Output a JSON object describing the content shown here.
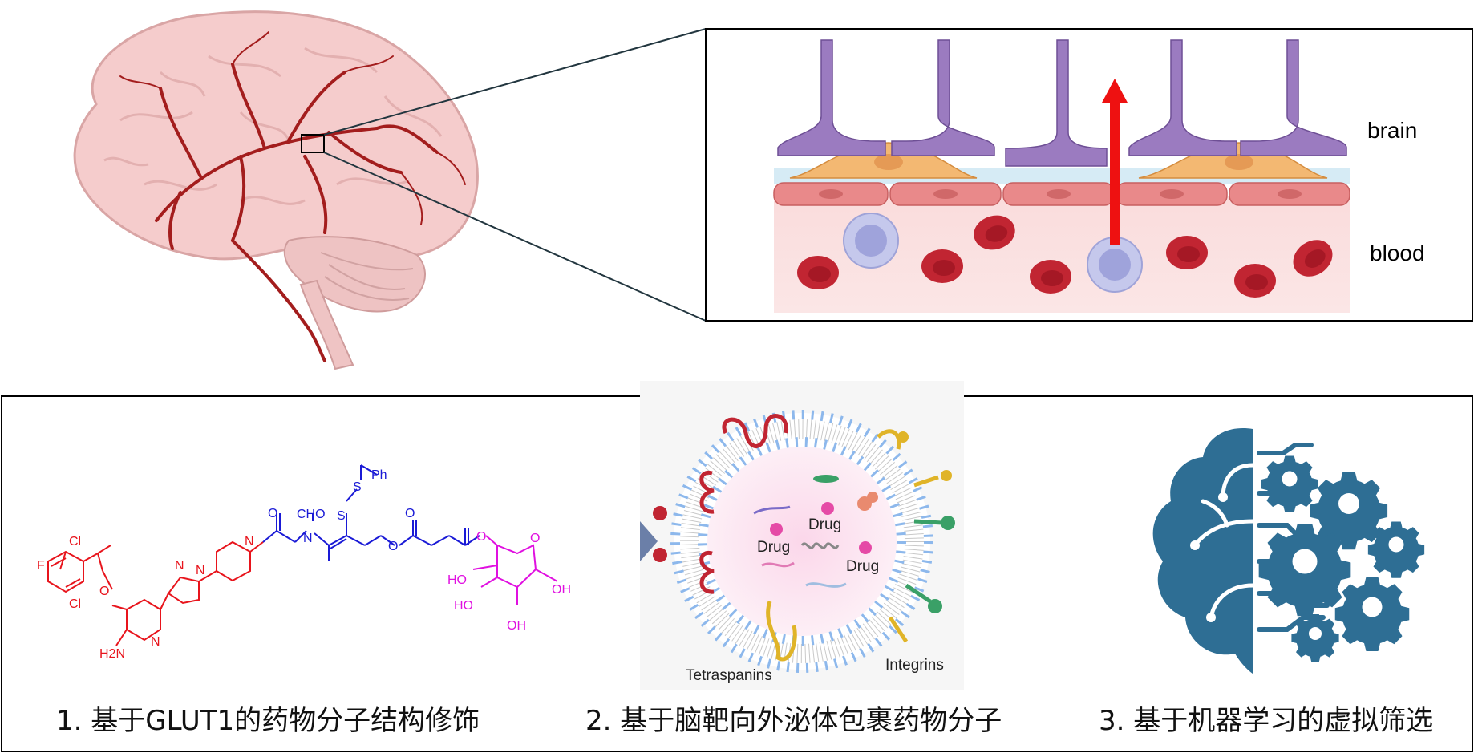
{
  "top_panel": {
    "label_brain": "brain",
    "label_blood": "blood"
  },
  "bottom_panel": {
    "captions": [
      "1. 基于GLUT1的药物分子结构修饰",
      "2. 基于脑靶向外泌体包裹药物分子",
      "3. 基于机器学习的虚拟筛选"
    ]
  },
  "molecule": {
    "atoms_red": [
      "F",
      "Cl",
      "O",
      "Cl",
      "H2N",
      "N",
      "N",
      "N",
      "N"
    ],
    "atoms_blue": [
      "O",
      "N",
      "CHO",
      "S",
      "S",
      "Ph",
      "O",
      "O"
    ],
    "atoms_magenta": [
      "O",
      "O",
      "HO",
      "HO",
      "OH",
      "OH"
    ],
    "colors": {
      "red": "#e8141c",
      "blue": "#1a1ad6",
      "magenta": "#e010e0"
    }
  },
  "exosome": {
    "drug_label": "Drug",
    "tetraspanins": "Tetraspanins",
    "integrins": "Integrins"
  },
  "colors": {
    "vessel": "#a31d1d",
    "neuron": "#9b7bc0",
    "astro": "#f3b872",
    "endo": "#e9898a",
    "rbc": "#c12532",
    "ml_icon": "#2e6e94",
    "arrow": "#ee1111"
  }
}
